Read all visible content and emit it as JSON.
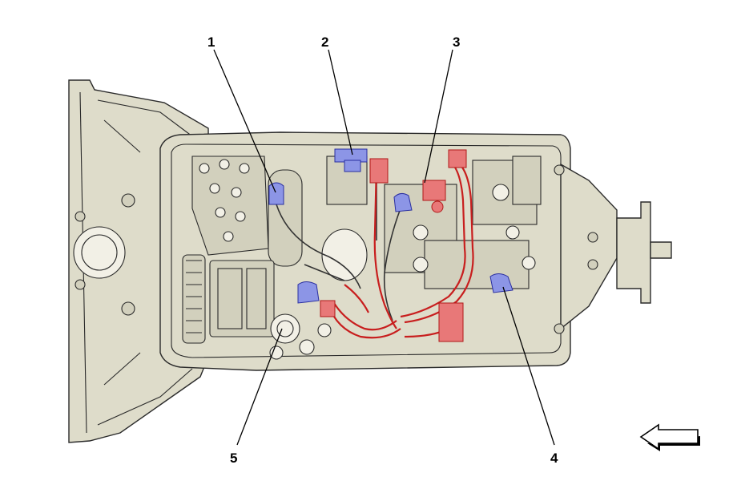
{
  "callouts": [
    {
      "label": "1"
    },
    {
      "label": "2"
    },
    {
      "label": "3"
    },
    {
      "label": "4"
    },
    {
      "label": "5"
    }
  ],
  "colors": {
    "housing": "#dedcca",
    "highlight_blue": "#8c95e6",
    "highlight_red": "#e87878",
    "outline": "#2a2a2a"
  },
  "icons": {
    "direction_arrow": "arrow-left-icon"
  }
}
